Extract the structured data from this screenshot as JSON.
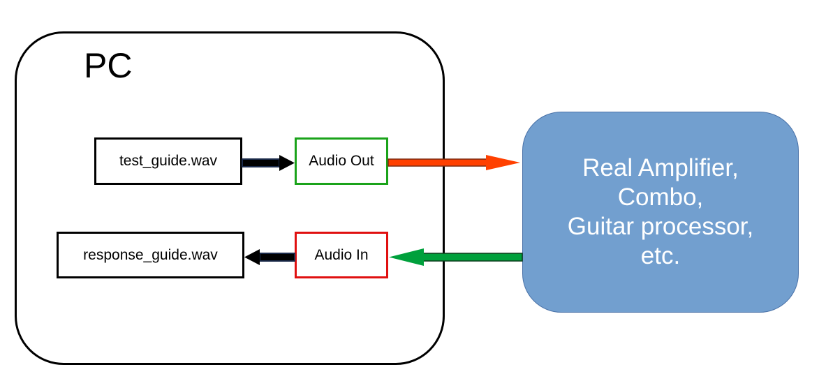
{
  "pc": {
    "label": "PC"
  },
  "files": {
    "test": "test_guide.wav",
    "response": "response_guide.wav"
  },
  "ports": {
    "audio_out": "Audio Out",
    "audio_in": "Audio In"
  },
  "device": {
    "lines": [
      "Real Amplifier,",
      "Combo,",
      "Guitar processor,",
      "etc."
    ]
  },
  "colors": {
    "audio_out_border": "#1aa31a",
    "audio_in_border": "#e01010",
    "output_signal_arrow": "#ff4000",
    "input_signal_arrow": "#00a03c",
    "internal_arrow": "#000000",
    "device_fill": "#729fcf"
  }
}
